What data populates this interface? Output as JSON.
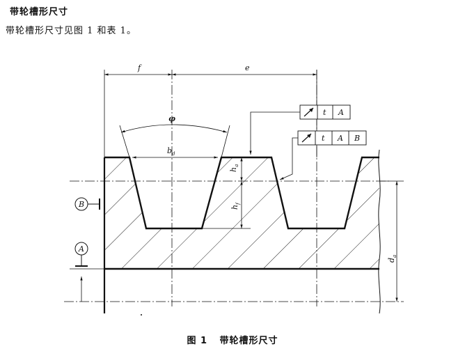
{
  "section": {
    "heading": "带轮槽形尺寸",
    "paragraph": "带轮槽形尺寸见图 1 和表 1。"
  },
  "figure": {
    "caption_number": "图 1",
    "caption_title": "带轮槽形尺寸",
    "labels": {
      "f": "f",
      "e": "e",
      "phi": "φ",
      "bd": "b",
      "bd_sub": "d",
      "ha": "h",
      "ha_sub": "a",
      "hf": "h",
      "hf_sub": "f",
      "da": "d",
      "da_sub": "a"
    },
    "datums": {
      "A": "A",
      "B": "B"
    },
    "tolerance_frames": [
      {
        "symbol": "runout-arrow-icon",
        "cells": [
          "t",
          "A"
        ]
      },
      {
        "symbol": "runout-arrow-icon",
        "cells": [
          "t",
          "A",
          "B"
        ]
      }
    ]
  }
}
